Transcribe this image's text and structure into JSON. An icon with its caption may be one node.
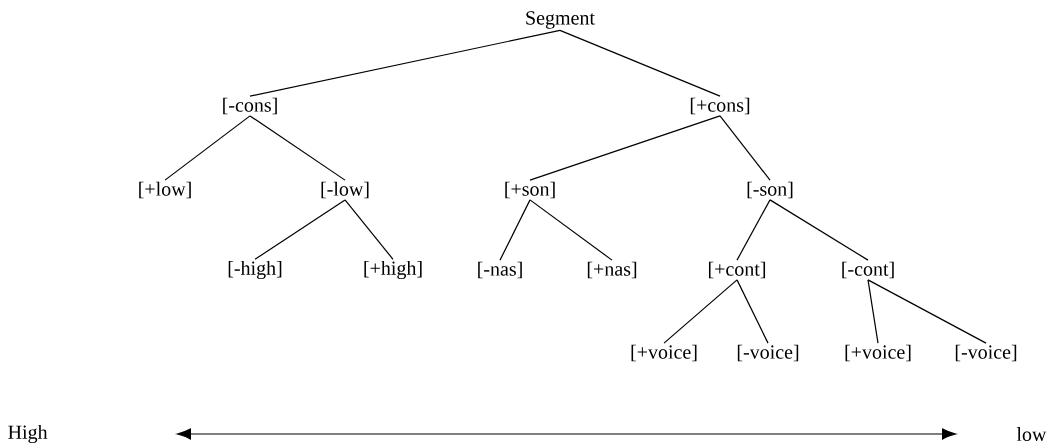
{
  "diagram": {
    "nodes": [
      {
        "text": [
          "Segment"
        ]
      },
      {
        "text": [
          "[-cons]"
        ]
      },
      {
        "text": [
          "[+cons]"
        ]
      },
      {
        "text": [
          "[+low]"
        ]
      },
      {
        "text": [
          "[-low]"
        ]
      },
      {
        "text": [
          "[+son]"
        ]
      },
      {
        "text": [
          "[-son]"
        ]
      },
      {
        "text": [
          "[-high]"
        ]
      },
      {
        "text": [
          "[+high]"
        ]
      },
      {
        "text": [
          "[-nas]"
        ]
      },
      {
        "text": [
          "[+nas]"
        ]
      },
      {
        "text": [
          "[+cont]"
        ]
      },
      {
        "text": [
          "[-cont]"
        ]
      },
      {
        "text": [
          "[+voice]"
        ]
      },
      {
        "text": [
          "[-voice]"
        ]
      },
      {
        "text": [
          "[+voice]"
        ]
      },
      {
        "text": [
          "[-voice]"
        ]
      }
    ],
    "edges": [
      {
        "from": 0,
        "to": 1,
        "arrow": "none"
      },
      {
        "from": 0,
        "to": 2,
        "arrow": "none"
      },
      {
        "from": 1,
        "to": 3,
        "arrow": "none"
      },
      {
        "from": 1,
        "to": 4,
        "arrow": "none"
      },
      {
        "from": 2,
        "to": 5,
        "arrow": "none"
      },
      {
        "from": 2,
        "to": 6,
        "arrow": "none"
      },
      {
        "from": 4,
        "to": 7,
        "arrow": "none"
      },
      {
        "from": 4,
        "to": 8,
        "arrow": "none"
      },
      {
        "from": 5,
        "to": 9,
        "arrow": "none"
      },
      {
        "from": 5,
        "to": 10,
        "arrow": "none"
      },
      {
        "from": 6,
        "to": 11,
        "arrow": "none"
      },
      {
        "from": 6,
        "to": 12,
        "arrow": "none"
      },
      {
        "from": 11,
        "to": 13,
        "arrow": "none"
      },
      {
        "from": 11,
        "to": 14,
        "arrow": "none"
      },
      {
        "from": 12,
        "to": 15,
        "arrow": "none"
      },
      {
        "from": 12,
        "to": 16,
        "arrow": "none"
      }
    ],
    "labels": [
      "High",
      "low"
    ]
  }
}
